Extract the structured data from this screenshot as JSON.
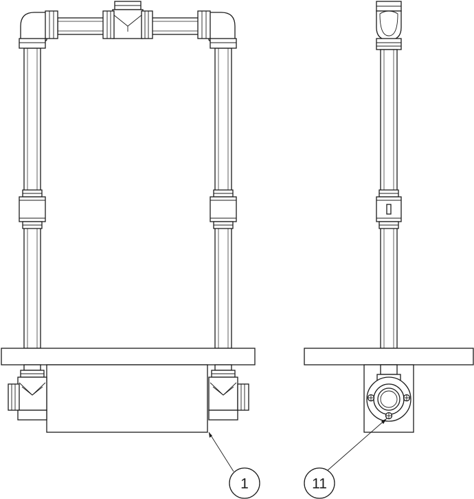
{
  "drawing": {
    "views": [
      "front-view",
      "side-view"
    ],
    "callouts": [
      {
        "label": "1"
      },
      {
        "label": "11"
      }
    ]
  }
}
